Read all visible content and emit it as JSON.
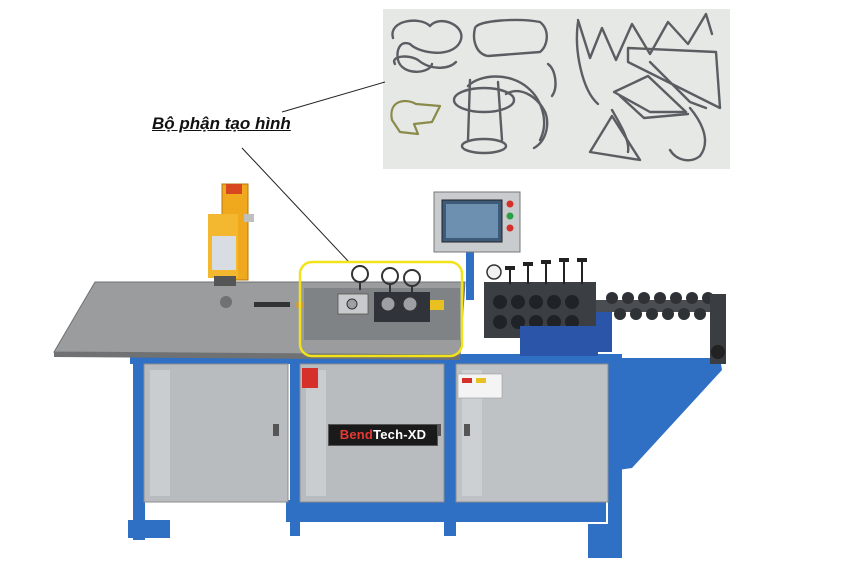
{
  "callout": {
    "label": "Bộ phận tạo hình"
  },
  "brand_plate": {
    "part1": "Bend",
    "part2": "Tech-XD"
  },
  "colors": {
    "frame_blue": "#2f6fc4",
    "cabinet_steel": "#b9bcbf",
    "table_steel": "#9a9c9e",
    "highlight_yellow": "#f2e21a",
    "mast_yellow": "#f0a91c",
    "brand_red": "#e53935"
  },
  "icons": {
    "screen": "hmi-touchscreen",
    "buttons": "control-buttons",
    "gauge": "pressure-gauge"
  }
}
